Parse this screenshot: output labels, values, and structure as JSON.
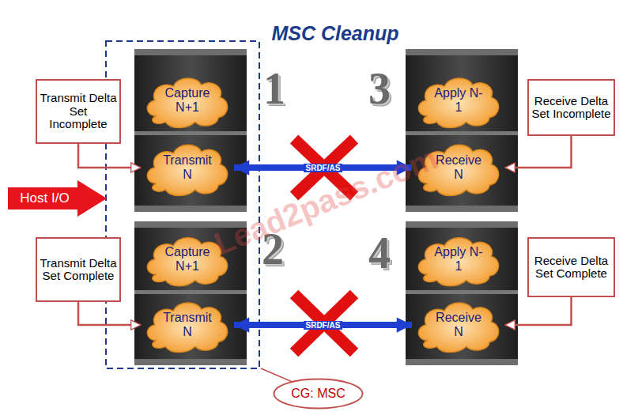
{
  "diagram": {
    "title": "MSC Cleanup",
    "nodes": [
      {
        "text": [
          "Transmit Delta Set Incomplete"
        ]
      },
      {
        "text": [
          "Capture N+1"
        ]
      },
      {
        "text": [
          "Transmit N"
        ]
      },
      {
        "text": [
          "Apply N-1"
        ]
      },
      {
        "text": [
          "Receive N"
        ]
      },
      {
        "text": [
          "Receive Delta Set Incomplete"
        ]
      },
      {
        "text": [
          "Host I/O"
        ]
      },
      {
        "text": [
          "Transmit Delta Set Complete"
        ]
      },
      {
        "text": [
          "Capture N+1"
        ]
      },
      {
        "text": [
          "Transmit N"
        ]
      },
      {
        "text": [
          "Apply N-1"
        ]
      },
      {
        "text": [
          "Receive N"
        ]
      },
      {
        "text": [
          "Receive Delta Set Complete"
        ]
      },
      {
        "text": [
          "CG: MSC"
        ]
      }
    ],
    "edges": [
      {
        "from": 2,
        "to": 4,
        "label": "SRDF/AS",
        "arrow": "both"
      },
      {
        "from": 9,
        "to": 11,
        "label": "SRDF/AS",
        "arrow": "both"
      },
      {
        "from": 0,
        "to": 2,
        "arrow": "to"
      },
      {
        "from": 7,
        "to": 9,
        "arrow": "to"
      },
      {
        "from": 5,
        "to": 4,
        "arrow": "to"
      },
      {
        "from": 12,
        "to": 11,
        "arrow": "to"
      }
    ],
    "labels": [
      "1",
      "2",
      "3",
      "4",
      "Lead2pass.com"
    ]
  }
}
